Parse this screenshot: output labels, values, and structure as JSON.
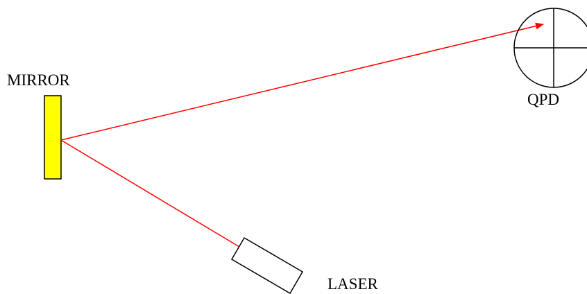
{
  "labels": {
    "mirror": "MIRROR",
    "qpd": "QPD",
    "laser": "LASER"
  },
  "colors": {
    "beam": "#ff0000",
    "mirror_fill": "#ffff00",
    "outline": "#000000",
    "background": "#ffffff"
  }
}
